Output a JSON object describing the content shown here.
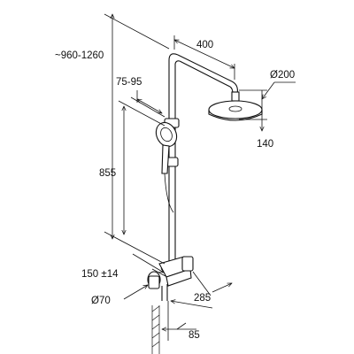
{
  "drawing": {
    "dimensions": {
      "total_height": "~960-1260",
      "arm_length": "400",
      "head_diameter": "Ø200",
      "handshower_offset": "75-95",
      "bar_height": "855",
      "head_drop": "140",
      "mixer_spacing": "150 ±14",
      "mixer_diameter": "Ø70",
      "wall_to_arm": "285",
      "wall_to_bar": "85"
    }
  }
}
